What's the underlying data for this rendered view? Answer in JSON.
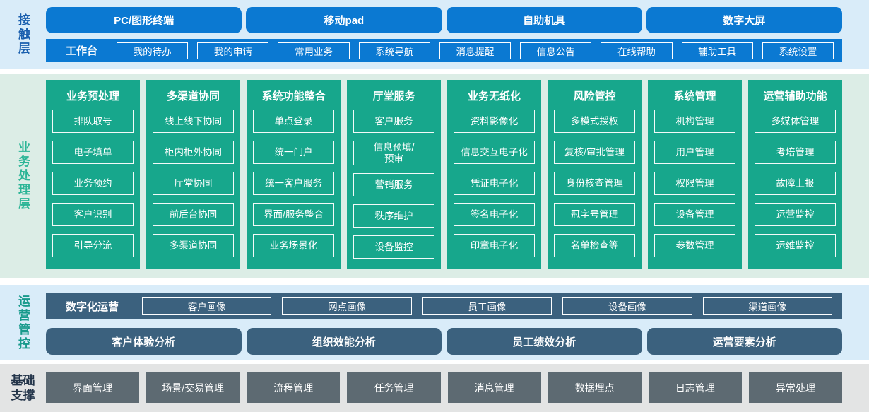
{
  "colors": {
    "blue": "#0b79d2",
    "bandBlue": "#d9ecf9",
    "blueLabel": "#1a5fae",
    "green": "#17a78c",
    "bandGreen": "#dcede6",
    "greenLabel": "#2bb596",
    "navy": "#3b617e",
    "tealLabel": "#189a8c",
    "gray": "#5d6a72",
    "bandGray": "#e3e4e4",
    "navyLabel": "#233449"
  },
  "layers": {
    "contact": {
      "label": "接触层",
      "terminals": [
        "PC/图形终端",
        "移动pad",
        "自助机具",
        "数字大屏"
      ],
      "workbench_label": "工作台",
      "workbench_items": [
        "我的待办",
        "我的申请",
        "常用业务",
        "系统导航",
        "消息提醒",
        "信息公告",
        "在线帮助",
        "辅助工具",
        "系统设置"
      ]
    },
    "business": {
      "label": "业务处理层",
      "columns": [
        {
          "title": "业务预处理",
          "items": [
            "排队取号",
            "电子填单",
            "业务预约",
            "客户识别",
            "引导分流"
          ]
        },
        {
          "title": "多渠道协同",
          "items": [
            "线上线下协同",
            "柜内柜外协同",
            "厅堂协同",
            "前后台协同",
            "多渠道协同"
          ]
        },
        {
          "title": "系统功能整合",
          "items": [
            "单点登录",
            "统一门户",
            "统一客户服务",
            "界面/服务整合",
            "业务场景化"
          ]
        },
        {
          "title": "厅堂服务",
          "items": [
            "客户服务",
            "信息预填/\n预审",
            "营销服务",
            "秩序维护",
            "设备监控"
          ]
        },
        {
          "title": "业务无纸化",
          "items": [
            "资料影像化",
            "信息交互电子化",
            "凭证电子化",
            "签名电子化",
            "印章电子化"
          ]
        },
        {
          "title": "风险管控",
          "items": [
            "多模式授权",
            "复核/审批管理",
            "身份核查管理",
            "冠字号管理",
            "名单检查等"
          ]
        },
        {
          "title": "系统管理",
          "items": [
            "机构管理",
            "用户管理",
            "权限管理",
            "设备管理",
            "参数管理"
          ]
        },
        {
          "title": "运营辅助功能",
          "items": [
            "多媒体管理",
            "考培管理",
            "故障上报",
            "运营监控",
            "运维监控"
          ]
        }
      ]
    },
    "operations": {
      "label": "运营管控",
      "digital_ops_label": "数字化运营",
      "portraits": [
        "客户画像",
        "网点画像",
        "员工画像",
        "设备画像",
        "渠道画像"
      ],
      "analyses": [
        "客户体验分析",
        "组织效能分析",
        "员工绩效分析",
        "运营要素分析"
      ]
    },
    "foundation": {
      "label": "基础支撑",
      "items": [
        "界面管理",
        "场景/交易管理",
        "流程管理",
        "任务管理",
        "消息管理",
        "数据埋点",
        "日志管理",
        "异常处理"
      ]
    }
  }
}
